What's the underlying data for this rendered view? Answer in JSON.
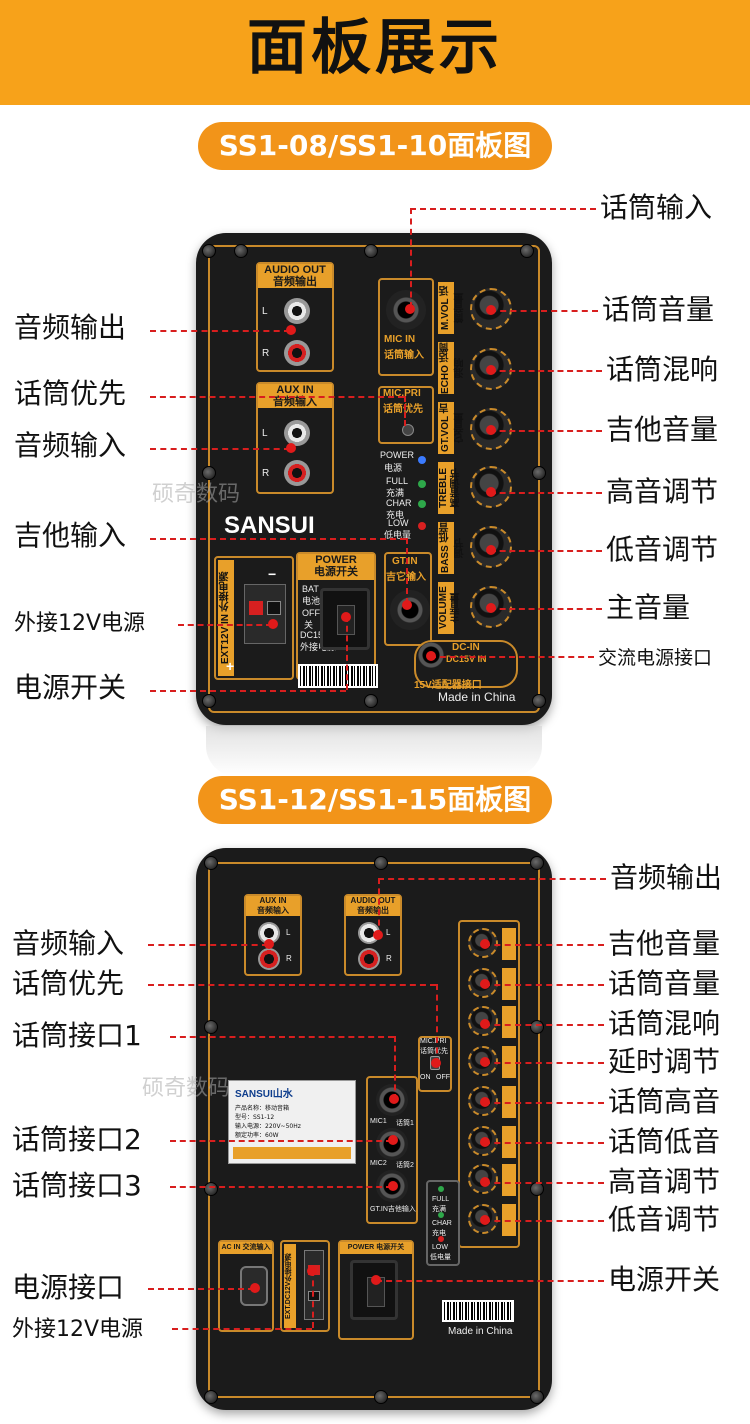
{
  "header": {
    "title": "面板展示"
  },
  "section1": {
    "title": "SS1-08/SS1-10面板图",
    "panel": {
      "audio_out": "AUDIO OUT",
      "audio_out_cn": "音频输出",
      "aux_in": "AUX IN",
      "aux_in_cn": "音频输入",
      "mic_in": "MIC IN",
      "mic_in_cn": "话筒输入",
      "mic_pri": "MIC.PRI",
      "mic_pri_cn": "话筒优先",
      "power_led": "POWER",
      "power_led_cn": "电源",
      "full": "FULL",
      "full_cn": "充满",
      "charge": "CHAR",
      "charge_cn": "充电",
      "low": "LOW",
      "low_cn": "低电量",
      "gt_in": "GT.IN",
      "gt_in_cn": "吉它输入",
      "power": "POWER",
      "power_cn": "电源开关",
      "ext12v": "EXT12V IN 外接电源",
      "bat": "BAT",
      "bat_cn": "电池",
      "off": "OFF",
      "off_cn": "关",
      "dc15v": "DC15V",
      "dc15v_cn": "外接电源",
      "dc_in": "DC-IN",
      "dc_in_sub": "DC15V IN",
      "dc_in_cn": "15V适配器接口",
      "made": "Made in China",
      "brand": "SANSUI",
      "l": "L",
      "r": "R",
      "plus": "+",
      "minus": "−",
      "knobs": [
        "M.VOL 话筒音量",
        "ECHO 话筒混响",
        "GT.VOL 吉它音量",
        "TREBLE 高音调节",
        "BASS 低音调节",
        "VOLUME 主音量"
      ]
    },
    "labels_left": [
      "音频输出",
      "话筒优先",
      "音频输入",
      "吉他输入",
      "外接12V电源",
      "电源开关"
    ],
    "labels_right": [
      "话筒输入",
      "话筒音量",
      "话筒混响",
      "吉他音量",
      "高音调节",
      "低音调节",
      "主音量",
      "交流电源接口"
    ]
  },
  "section2": {
    "title": "SS1-12/SS1-15面板图",
    "panel": {
      "aux_in": "AUX IN",
      "aux_in_cn": "音频输入",
      "audio_out": "AUDIO OUT",
      "audio_out_cn": "音频输出",
      "mic_pri": "MIC.PRI",
      "mic_pri_cn": "话筒优先",
      "on": "ON",
      "off": "OFF",
      "mic1": "MIC1",
      "mic1_cn": "话筒1",
      "mic2": "MIC2",
      "mic2_cn": "话筒2",
      "gt_in": "GT.IN吉他输入",
      "full": "FULL",
      "full_cn": "充满",
      "charge": "CHAR",
      "charge_cn": "充电",
      "low": "LOW",
      "low_cn": "低电量",
      "ac_in": "AC IN 交流输入",
      "ext": "EXT.DC12V外接电源",
      "power": "POWER 电源开关",
      "made": "Made in China",
      "brand": "SANSUI山水",
      "plate_line1": "产品名称：移动音箱",
      "plate_line2": "型号：SS1-12",
      "plate_line3": "输入电源：220V~50Hz",
      "plate_line4": "额定功率：60W",
      "l": "L",
      "r": "R"
    },
    "labels_left": [
      "音频输入",
      "话筒优先",
      "话筒接口1",
      "话筒接口2",
      "话筒接口3",
      "电源接口",
      "外接12V电源"
    ],
    "labels_right": [
      "音频输出",
      "吉他音量",
      "话筒音量",
      "话筒混响",
      "延时调节",
      "话筒高音",
      "话筒低音",
      "高音调节",
      "低音调节",
      "电源开关"
    ]
  },
  "watermark": "硕奇数码"
}
